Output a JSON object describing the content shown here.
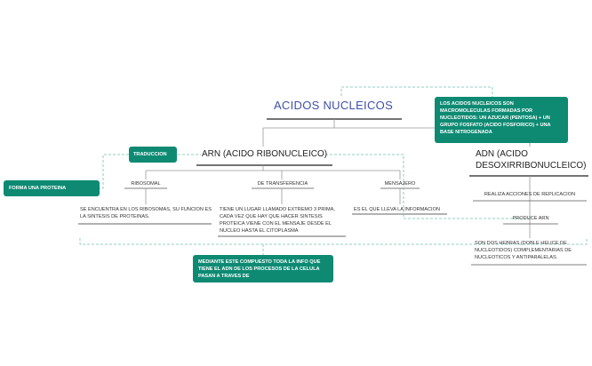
{
  "map": {
    "root": {
      "label": "ACIDOS NUCLEICOS"
    },
    "arn": {
      "label": "ARN (ACIDO RIBONUCLEICO)",
      "children": [
        {
          "label": "RIBOSOMAL",
          "detail": "SE ENCUENTRA EN LOS RIBOSOMAS, SU FUNCION ES LA SINTESIS DE PROTEINAS."
        },
        {
          "label": "DE TRANSFERENCIA",
          "detail": "TIENE UN LUGAR LLAMADO EXTREMO 3 PRIMA, CADA VEZ QUE HAY QUE HACER SINTESIS PROTEICA VIENE CON EL MENSAJE DESDE EL NUCLEO HASTA EL CITOPLASMA"
        },
        {
          "label": "MENSAJERO",
          "detail": "ES EL QUE LLEVA LA INFORMACION"
        }
      ]
    },
    "adn": {
      "label": "ADN (ACIDO DESOXIRRIBONUCLEICO)",
      "children": [
        {
          "label": "REALIZA ACCIONES DE REPLICACION"
        },
        {
          "label": "PRODUCE ARN"
        },
        {
          "label": "SON DOS HEBRAS (DOBLE HELICE DE NUCLEOTIDOS) COMPLEMENTARIAS DE NUCLEOTICOS Y ANTIPARALELAS."
        }
      ]
    },
    "notes": {
      "definition": "LOS ACIDOS NUCLEICOS SON MACROMOLECULAS FORMADAS POR NUCLEOTIDOS: UN AZUCAR (PENTOSA) + UN GRUPO FOSFATO (ACIDO FOSFORICO) + UNA BASE NITROGENADA",
      "traduccion": "TRADUCCION",
      "proteina": "FORMA UNA PROTEINA",
      "info": "MEDIANTE ESTE COMPUESTO TODA LA INFO QUE TIENE EL ADN DE LOS PROCESOS DE LA CELULA PASAN A TRAVES DE"
    },
    "colors": {
      "title": "#3f51a8",
      "note": "#0e8a73",
      "dashed": "#6fc3b2",
      "line": "#555555"
    }
  }
}
